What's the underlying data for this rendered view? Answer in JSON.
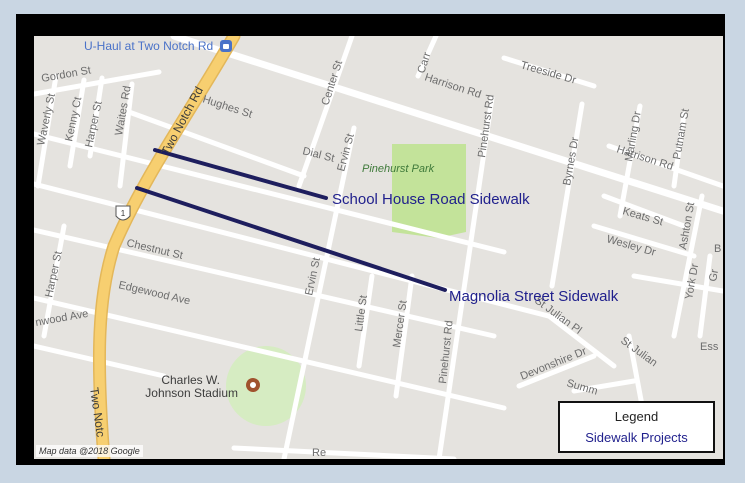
{
  "map": {
    "attribution": "Map data @2018 Google",
    "colors": {
      "background": "#e5e3df",
      "road": "#ffffff",
      "highway": "#f7cf70",
      "park": "#c3e39a",
      "stadium": "#d6ecc2",
      "project_line": "#1e1e5e",
      "project_label": "#1f1f8c"
    },
    "streets": {
      "two_notch_rd": "Two Notch Rd",
      "two_notch_bottom": "Two Notc",
      "gordon_st": "Gordon St",
      "waverly_st": "Waverly St",
      "kenny_ct": "Kenny Ct",
      "harper_st_top": "Harper St",
      "waites_rd": "Waites Rd",
      "hughes_st": "Hughes St",
      "center_st": "Center St",
      "carr": "Carr",
      "harrison_rd_top": "Harrison Rd",
      "treeside_dr": "Treeside Dr",
      "dial_st": "Dial St",
      "ervin_st_top": "Ervin St",
      "pinehurst_rd_top": "Pinehurst Rd",
      "byrnes_dr": "Byrnes Dr",
      "marling_dr": "Marling Dr",
      "putnam_st": "Putnam St",
      "harrison_rd_right": "Harrison Rd",
      "keats_st": "Keats St",
      "ashton_st": "Ashton St",
      "wesley_dr": "Wesley Dr",
      "b_edge": "B",
      "chestnut_st": "Chestnut St",
      "harper_st_left": "Harper St",
      "ervin_st_mid": "Ervin St",
      "little_st": "Little St",
      "mercer_st": "Mercer St",
      "pinehurst_rd_mid": "Pinehurst Rd",
      "st_julian_pl": "St Julian Pl",
      "york_dr": "York Dr",
      "gr": "Gr",
      "edgewood_ave": "Edgewood Ave",
      "edgewood_ave_left": "nwood Ave",
      "devonshire_dr": "Devonshire Dr",
      "st_julian_right": "St Julian",
      "summ": "Summ",
      "es_edge": "Ess",
      "re_bottom": "Re",
      "route_shield": "1"
    },
    "pois": {
      "uhaul": "U-Haul at Two Notch Rd",
      "park": "Pinehurst Park",
      "stadium_line1": "Charles W.",
      "stadium_line2": "Johnson Stadium"
    },
    "projects": [
      {
        "name": "School House Road Sidewalk",
        "street": "School House Rd"
      },
      {
        "name": "Magnolia Street Sidewalk",
        "street": "Magnolia St"
      }
    ]
  },
  "legend": {
    "title": "Legend",
    "item": "Sidewalk Projects"
  }
}
